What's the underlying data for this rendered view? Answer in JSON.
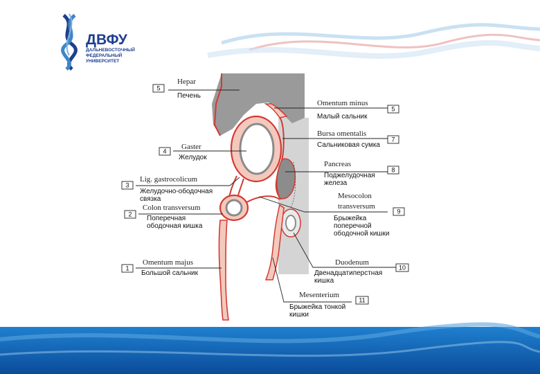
{
  "logo": {
    "name": "ДВФУ",
    "line1": "ДАЛЬНЕВОСТОЧНЫЙ",
    "line2": "ФЕДЕРАЛЬНЫЙ",
    "line3": "УНИВЕРСИТЕТ"
  },
  "labels": [
    {
      "id": "hepar",
      "num": "5",
      "latin": "Hepar",
      "russian": [
        "Печень"
      ]
    },
    {
      "id": "omentum-min",
      "num": "5",
      "latin": "Omentum minus",
      "russian": [
        "Малый сальник"
      ]
    },
    {
      "id": "bursa",
      "num": "7",
      "latin": "Bursa omentalis",
      "russian": [
        "Сальниковая сумка"
      ]
    },
    {
      "id": "gaster",
      "num": "4",
      "latin": "Gaster",
      "russian": [
        "Желудок"
      ]
    },
    {
      "id": "pancreas",
      "num": "8",
      "latin": "Pancreas",
      "russian": [
        "Поджелудочная",
        "железа"
      ]
    },
    {
      "id": "lig-gastro",
      "num": "3",
      "latin": "Lig. gastrocolicum",
      "russian": [
        "Желудочно-ободочная",
        "связка"
      ]
    },
    {
      "id": "colon",
      "num": "2",
      "latin": "Colon transversum",
      "russian": [
        "Поперечная",
        "ободочная кишка"
      ]
    },
    {
      "id": "mesocolon",
      "num": "9",
      "latin": "Mesocolon",
      "russian": [
        "Брыжейка",
        "поперечной",
        "ободочной кишки"
      ],
      "latin2": "transversum"
    },
    {
      "id": "omentum-maj",
      "num": "1",
      "latin": "Omentum majus",
      "russian": [
        "Большой сальник"
      ]
    },
    {
      "id": "duodenum",
      "num": "10",
      "latin": "Duodenum",
      "russian": [
        "Двенадцатиперстная",
        "кишка"
      ]
    },
    {
      "id": "mesenterium",
      "num": "11",
      "latin": "Mesenterium",
      "russian": [
        "Брыжейка тонкой",
        "кишки"
      ]
    }
  ],
  "colors": {
    "brand": "#1d3f8f",
    "organ_gray": "#9a9a9a",
    "peritoneum": "#d33a33",
    "peritoneum_fill": "#f4c9bd",
    "retro_gray": "#d4d4d4",
    "band_blue": "#1466b8"
  }
}
